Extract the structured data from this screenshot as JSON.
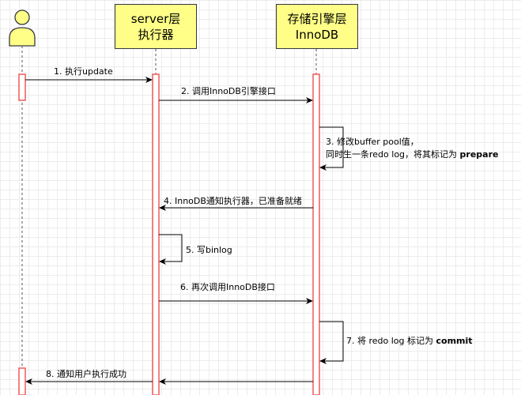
{
  "participants": {
    "user": {
      "label": ""
    },
    "server": {
      "line1": "server层",
      "line2": "执行器"
    },
    "innodb": {
      "line1": "存储引擎层",
      "line2": "InnoDB"
    }
  },
  "messages": {
    "m1": "1. 执行update",
    "m2": "2. 调用InnoDB引擎接口",
    "m3": {
      "line1": "3. 修改buffer pool值，",
      "line2_prefix": "同时生一条redo log，将其标记为 ",
      "line2_bold": "prepare"
    },
    "m4": "4. InnoDB通知执行器，已准备就绪",
    "m5": "5. 写binlog",
    "m6": "6. 再次调用InnoDB接口",
    "m7": {
      "prefix": "7. 将 redo log 标记为 ",
      "bold": "commit"
    },
    "m8": "8. 通知用户执行成功"
  },
  "colors": {
    "participant_fill": "#ffff88",
    "actor_fill": "#ffff88",
    "activation_border": "#f05a5a",
    "line": "#000000",
    "grid": "#ececec"
  }
}
